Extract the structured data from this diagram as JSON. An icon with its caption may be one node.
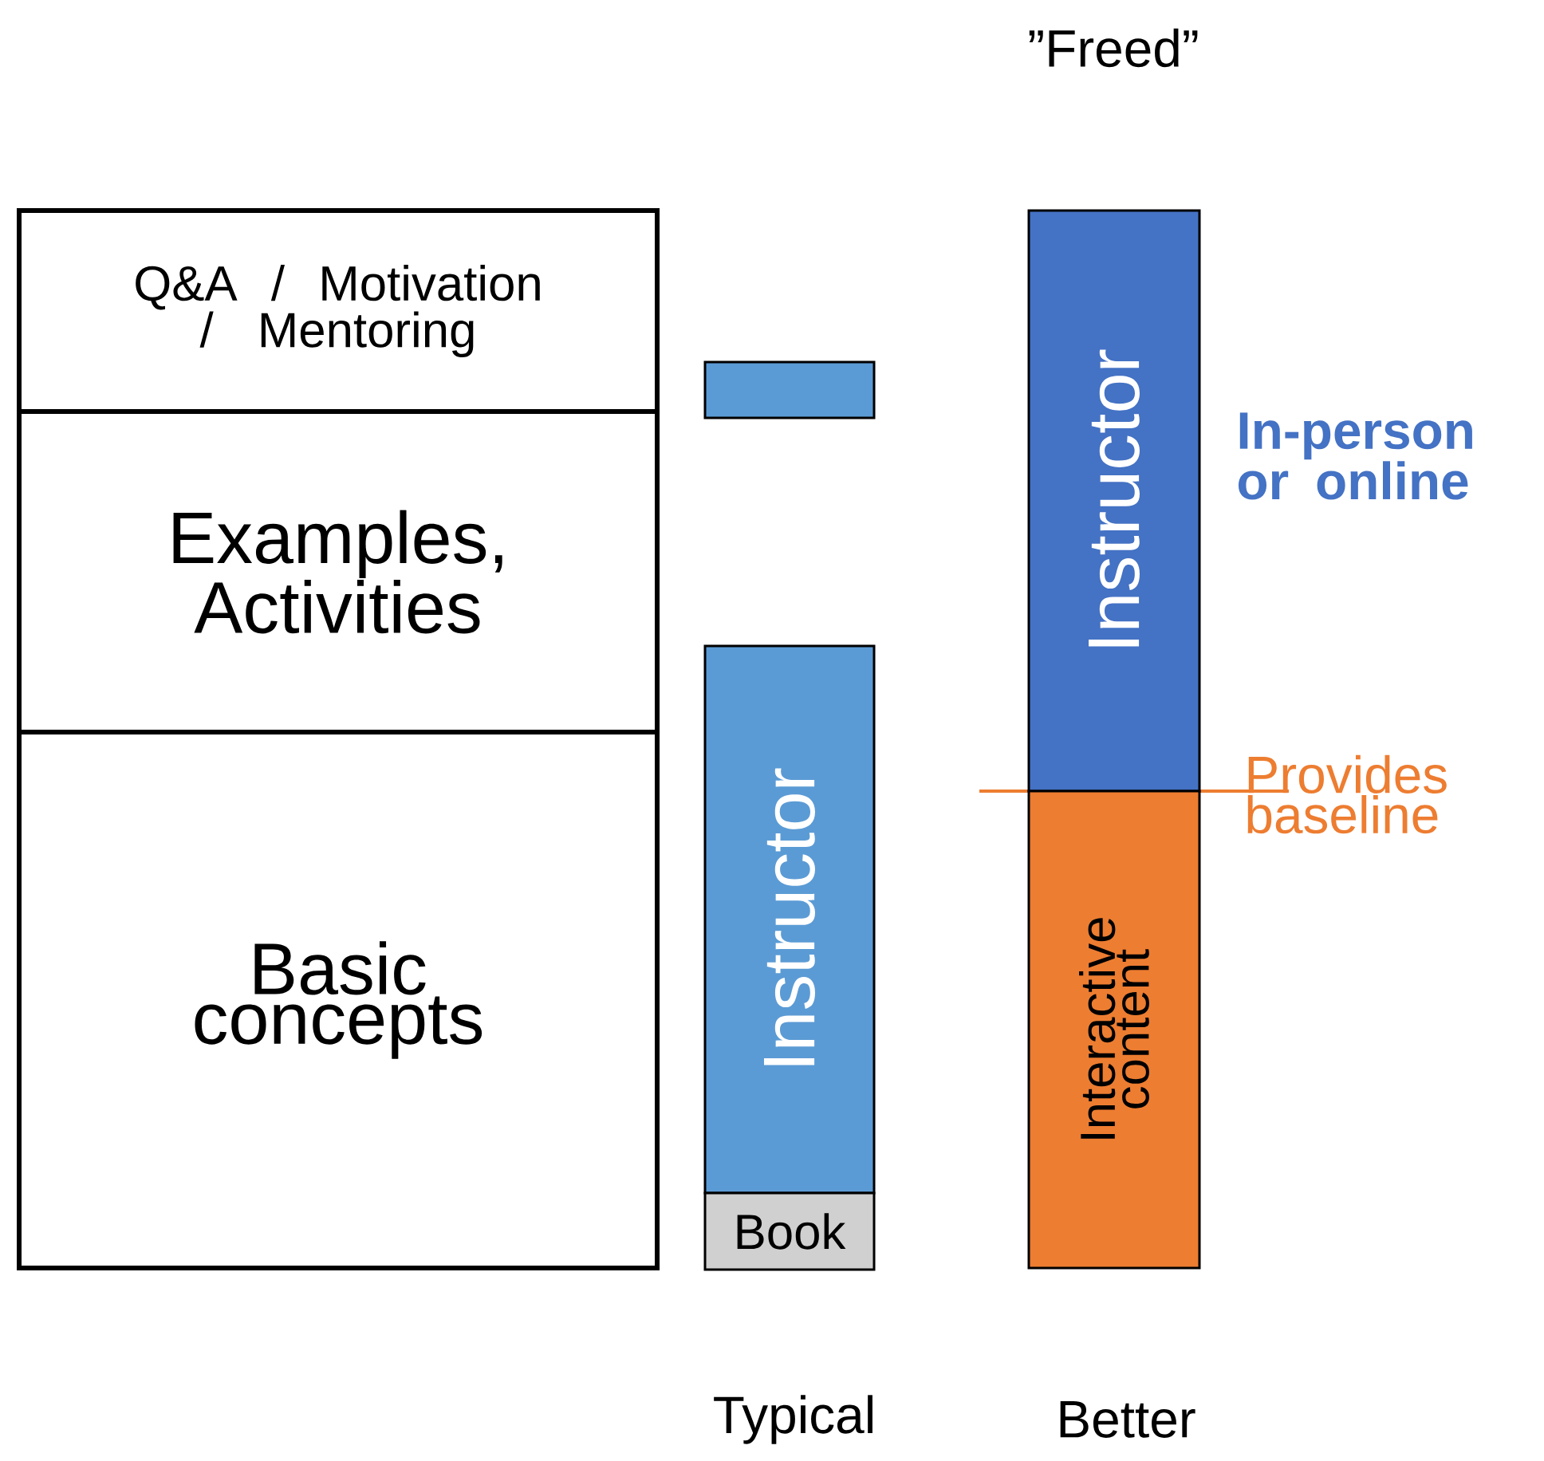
{
  "diagram": {
    "nodes": [
      {
        "text": [
          "Q&A / Motivation / Mentoring"
        ]
      },
      {
        "text": [
          "Examples, Activities"
        ]
      },
      {
        "text": [
          "Basic concepts"
        ]
      },
      {
        "text": [],
        "shape": "bar"
      },
      {
        "text": [
          "Instructor"
        ]
      },
      {
        "text": [
          "Book"
        ]
      },
      {
        "text": [
          "Instructor"
        ],
        "beside": [
          "In-person or online"
        ]
      },
      {
        "text": [
          "Interactive content"
        ]
      }
    ],
    "labels": [
      "”Freed”",
      "Provides baseline",
      "Typical",
      "Better"
    ]
  }
}
